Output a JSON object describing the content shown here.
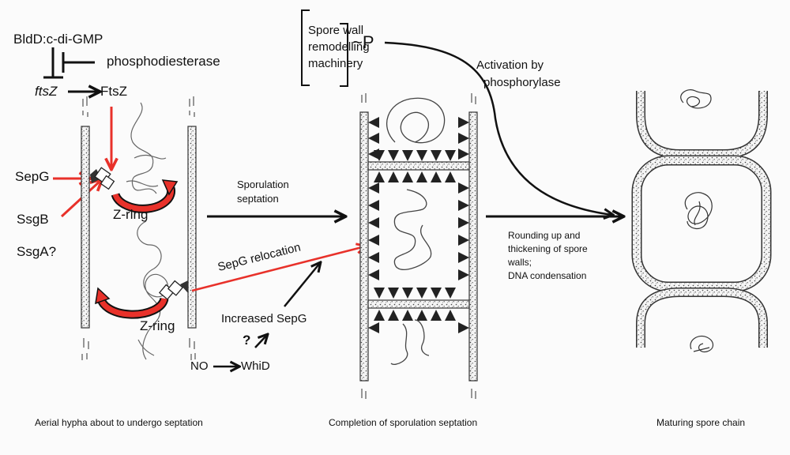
{
  "colors": {
    "background": "#fbfbfb",
    "ink": "#111111",
    "pencil": "#555555",
    "accent_red": "#e8312a"
  },
  "regulation": {
    "bldd": "BldD:c-di-GMP",
    "phosphodiesterase": "phosphodiesterase",
    "gene": "ftsZ",
    "protein": "FtsZ"
  },
  "hypha_labels": {
    "sepg": "SepG",
    "ssgb": "SsgB",
    "ssga": "SsgA?",
    "zring_top": "Z-ring",
    "zring_bottom": "Z-ring"
  },
  "machinery": {
    "line1": "Spore wall",
    "line2": "remodelling",
    "line3": "machinery",
    "phospho": "~P"
  },
  "activation": {
    "line1": "Activation by",
    "line2": "phosphorylase"
  },
  "transitions": {
    "septation_line1": "Sporulation",
    "septation_line2": "septation",
    "relocation": "SepG relocation",
    "increased": "Increased SepG",
    "question": "?",
    "no": "NO",
    "whid": "WhiD",
    "rounding_line1": "Rounding up and",
    "rounding_line2": "thickening of spore",
    "rounding_line3": "walls;",
    "rounding_line4": "DNA condensation"
  },
  "captions": {
    "stage1": "Aerial hypha about to undergo septation",
    "stage2": "Completion of sporulation septation",
    "stage3": "Maturing spore chain"
  },
  "icons": {
    "inhibition": "t-bar-inhibition-icon",
    "activation": "arrow-icon",
    "zring": "curved-red-arrow-icon",
    "septum_protein": "triangle-icon"
  }
}
